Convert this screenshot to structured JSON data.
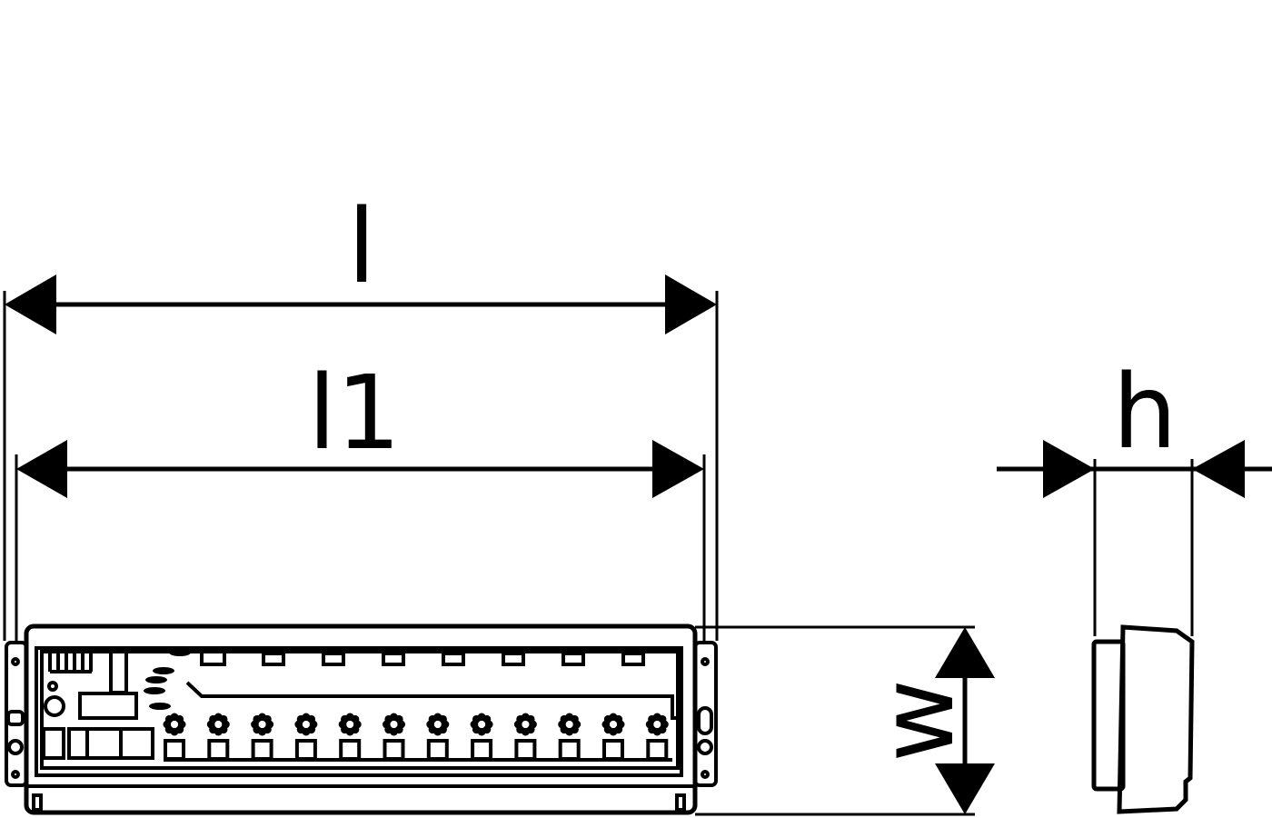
{
  "dimensions": {
    "length": "l",
    "length_inner": "l1",
    "height": "h",
    "width": "w"
  },
  "device": {
    "terminal_count": 12
  },
  "colors": {
    "line": "#000000",
    "background": "#ffffff"
  }
}
